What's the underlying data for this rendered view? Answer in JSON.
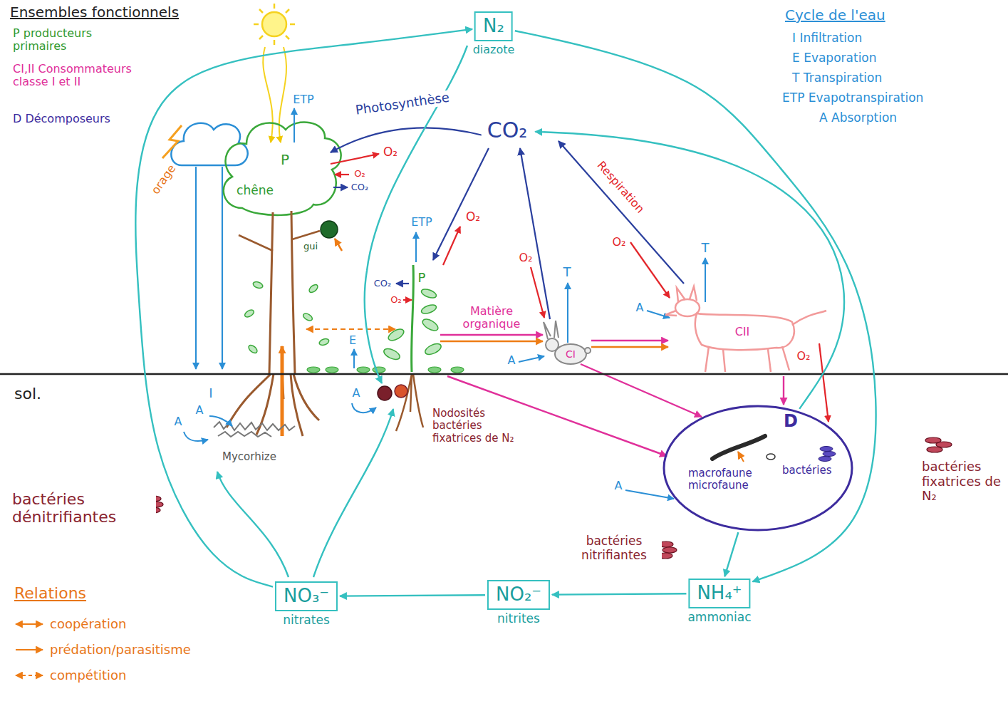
{
  "diagram": {
    "nodes": [
      {
        "text": [
          "N₂",
          "diazote"
        ]
      },
      {
        "text": [
          "CO₂"
        ]
      },
      {
        "text": [
          "D",
          "macrofaune microfaune",
          "bactéries"
        ]
      },
      {
        "text": [
          "NO₃⁻",
          "nitrates"
        ]
      },
      {
        "text": [
          "NO₂⁻",
          "nitrites"
        ]
      },
      {
        "text": [
          "NH₄⁺",
          "ammoniac"
        ]
      }
    ],
    "edges": [
      {
        "from": 3,
        "to": 0,
        "arrow": "to"
      },
      {
        "from": 0,
        "to": 5,
        "arrow": "to"
      },
      {
        "from": 2,
        "to": 1,
        "arrow": "to"
      },
      {
        "from": 2,
        "to": 5,
        "arrow": "to"
      },
      {
        "from": 5,
        "to": 4,
        "arrow": "to"
      },
      {
        "from": 4,
        "to": 3,
        "arrow": "to"
      }
    ],
    "labels": [
      "Ensembles fonctionnels",
      "Cycle de l'eau",
      "Relations",
      "orage",
      "chêne",
      "P",
      "ETP",
      "Photosynthèse",
      "O₂",
      "O₂",
      "CO₂",
      "gui",
      "ETP",
      "O₂",
      "P",
      "CO₂",
      "O₂",
      "Matière organique",
      "E",
      "O₂",
      "T",
      "A",
      "CI",
      "Respiration",
      "O₂",
      "T",
      "A",
      "CII",
      "O₂",
      "I",
      "A",
      "A",
      "Mycorhize",
      "A",
      "Nodosités bactéries fixatrices de N₂",
      "sol.",
      "A",
      "bactéries fixatrices de N₂",
      "bactéries dénitrifiantes",
      "bactéries nitrifiantes"
    ],
    "legend": [
      {
        "text": "P producteurs primaires"
      },
      {
        "text": "CI,II Consommateurs classe I et II"
      },
      {
        "text": "D Décomposeurs"
      },
      {
        "text": "I Infiltration"
      },
      {
        "text": "E Evaporation"
      },
      {
        "text": "T Transpiration"
      },
      {
        "text": "ETP Evapotranspiration"
      },
      {
        "text": "A Absorption"
      },
      {
        "text": "coopération"
      },
      {
        "text": "prédation/parasitisme"
      },
      {
        "text": "compétition"
      }
    ]
  }
}
